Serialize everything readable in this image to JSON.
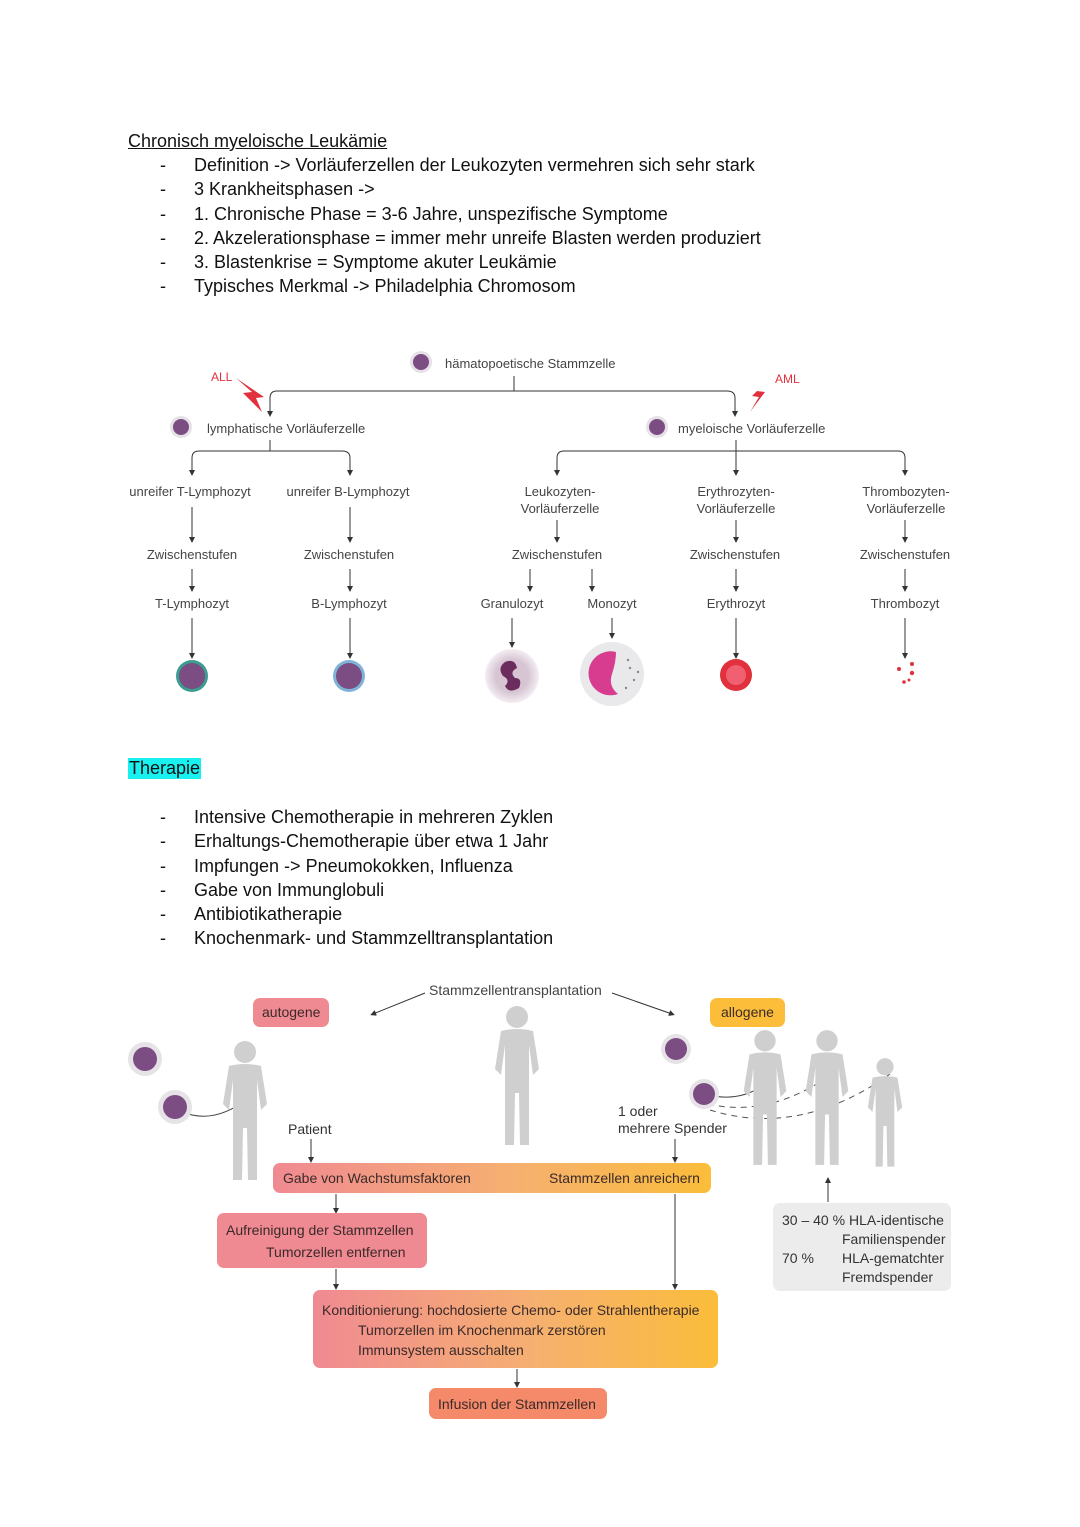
{
  "section1": {
    "title": "Chronisch myeloische Leukämie",
    "bullets": [
      "Definition -> Vorläuferzellen der Leukozyten vermehren sich sehr stark",
      "3 Krankheitsphasen ->",
      "1. Chronische Phase = 3-6 Jahre, unspezifische Symptome",
      "2. Akzelerationsphase = immer mehr unreife Blasten werden produziert",
      "3. Blastenkrise = Symptome akuter Leukämie",
      "Typisches Merkmal -> Philadelphia Chromosom"
    ]
  },
  "hemato": {
    "stem": "hämatopoetische Stammzelle",
    "all": "ALL",
    "aml": "AML",
    "lymph": "lymphatische Vorläuferzelle",
    "myelo": "myeloische Vorläuferzelle",
    "unreif_t": "unreifer T-Lymphozyt",
    "unreif_b": "unreifer B-Lymphozyt",
    "leuko_1": "Leukozyten-",
    "leuko_2": "Vorläuferzelle",
    "ery_1": "Erythrozyten-",
    "ery_2": "Vorläuferzelle",
    "thr_1": "Thrombozyten-",
    "thr_2": "Vorläuferzelle",
    "zwischen": "Zwischenstufen",
    "t": "T-Lymphozyt",
    "b": "B-Lymphozyt",
    "granulo": "Granulozyt",
    "mono": "Monozyt",
    "ery": "Erythrozyt",
    "thr": "Thrombozyt"
  },
  "section2": {
    "title": "Therapie",
    "bullets": [
      "Intensive Chemotherapie in mehreren Zyklen",
      "Erhaltungs-Chemotherapie über etwa 1 Jahr",
      "Impfungen -> Pneumokokken, Influenza",
      "Gabe von Immunglobuli",
      "Antibiotikatherapie",
      "Knochenmark- und Stammzelltransplantation"
    ]
  },
  "transplant": {
    "title": "Stammzellentransplantation",
    "autogene": "autogene",
    "allogene": "allogene",
    "patient": "Patient",
    "spender_1": "1 oder",
    "spender_2": "mehrere Spender",
    "wachstum": "Gabe von Wachstumsfaktoren",
    "anreichern": "Stammzellen anreichern",
    "aufreinigung": "Aufreinigung der Stammzellen",
    "tumor_entfernen": "Tumorzellen entfernen",
    "kond_title": "Konditionierung: hochdosierte Chemo- oder Strahlentherapie",
    "kond_1": "Tumorzellen im Knochenmark zerstören",
    "kond_2": "Immunsystem ausschalten",
    "infusion": "Infusion der Stammzellen",
    "hla_pct_1": "30 – 40 %",
    "hla_1": "HLA-identische",
    "hla_2": "Familienspender",
    "hla_pct_2": "70 %",
    "hla_3": "HLA-gematchter",
    "hla_4": "Fremdspender",
    "arrow": "→"
  },
  "colors": {
    "highlight": "#19f0f0",
    "cell_purple": "#7b4d83",
    "pink_box": "#f08a92",
    "yellow_box": "#fbbd3a",
    "lightning": "#e0313c"
  }
}
